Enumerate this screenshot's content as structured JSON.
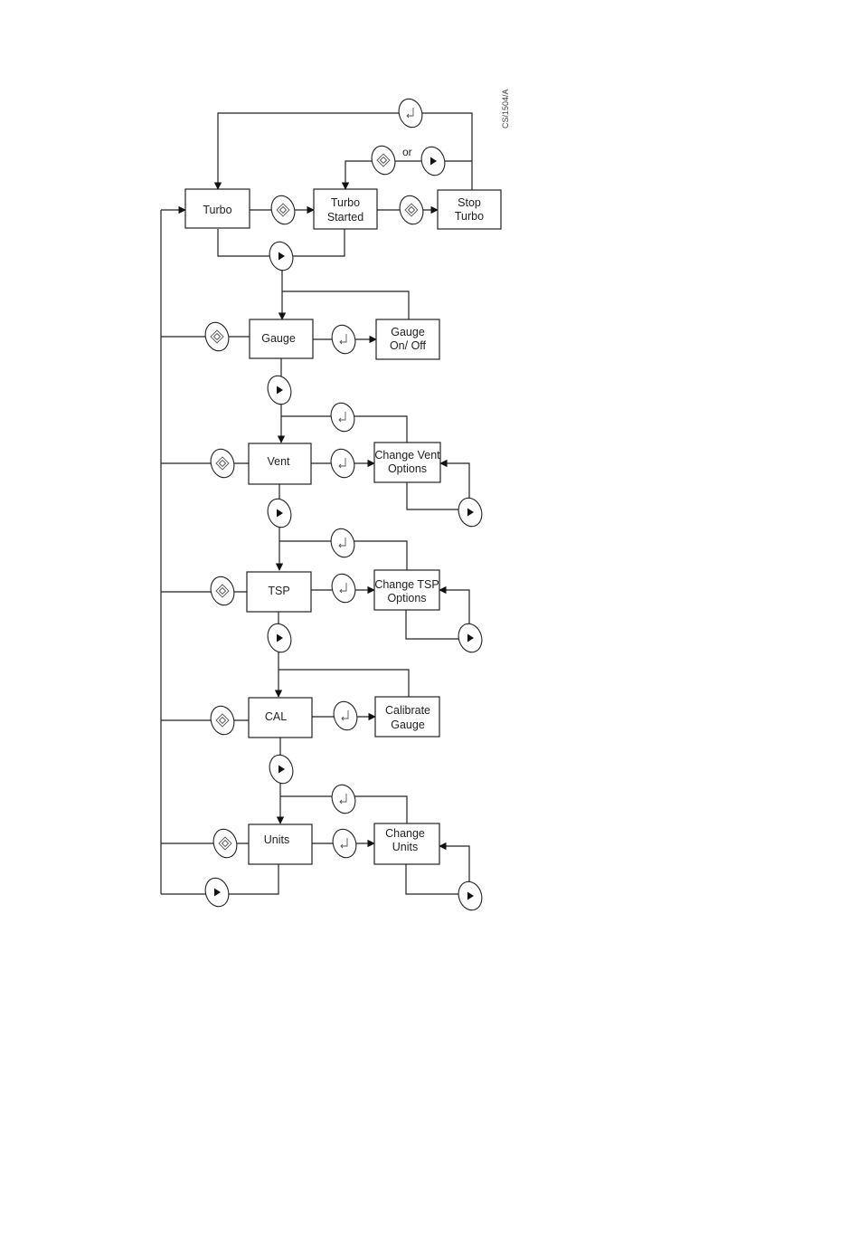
{
  "figure_ref": "CS/1504/A",
  "or_label": "or",
  "boxes": {
    "turbo": [
      "Turbo"
    ],
    "turbo_started": [
      "Turbo",
      "Started"
    ],
    "stop_turbo": [
      "Stop",
      "Turbo"
    ],
    "gauge": [
      "Gauge"
    ],
    "gauge_onoff": [
      "Gauge",
      "On/ Off"
    ],
    "vent": [
      "Vent"
    ],
    "change_vent": [
      "Change Vent",
      "Options"
    ],
    "tsp": [
      "TSP"
    ],
    "change_tsp": [
      "Change TSP",
      "Options"
    ],
    "cal": [
      "CAL"
    ],
    "calibrate": [
      "Calibrate",
      "Gauge"
    ],
    "units": [
      "Units"
    ],
    "change_units": [
      "Change",
      "Units"
    ]
  },
  "button_icons": {
    "start_stop": "start-stop-diamond-icon",
    "cycle": "cycle-right-triangle-icon",
    "enter": "enter-return-arrow-icon"
  }
}
